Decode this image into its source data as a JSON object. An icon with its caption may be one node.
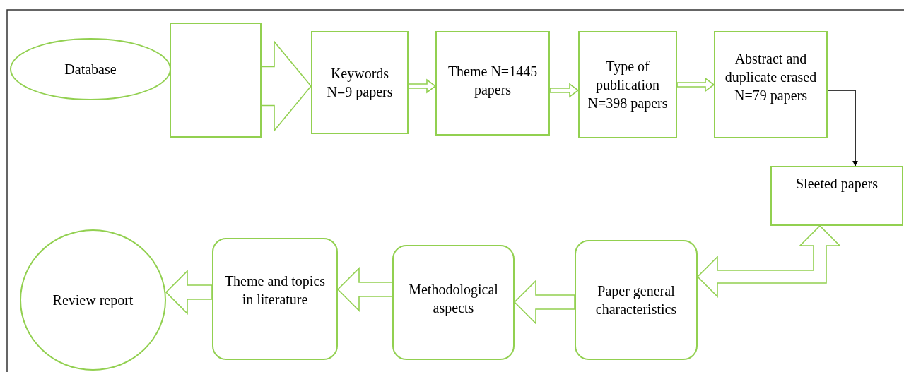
{
  "diagram": {
    "nodes": [
      {
        "text": [
          "Database"
        ]
      },
      {
        "text": [],
        "shape": "box"
      },
      {
        "text": [
          "Keywords N=9 papers"
        ]
      },
      {
        "text": [
          "Theme N=1445 papers"
        ]
      },
      {
        "text": [
          "Type of publication N=398 papers"
        ]
      },
      {
        "text": [
          "Abstract and duplicate erased N=79 papers"
        ]
      },
      {
        "text": [
          "Sleeted papers"
        ]
      },
      {
        "text": [
          "Paper general characteristics"
        ]
      },
      {
        "text": [
          "Methodological aspects"
        ]
      },
      {
        "text": [
          "Theme and topics in literature"
        ]
      },
      {
        "text": [
          "Review report"
        ]
      }
    ],
    "edges": [
      {
        "from": 1,
        "to": 2,
        "arrow": "to"
      },
      {
        "from": 2,
        "to": 3,
        "arrow": "to"
      },
      {
        "from": 3,
        "to": 4,
        "arrow": "to"
      },
      {
        "from": 4,
        "to": 5,
        "arrow": "to"
      },
      {
        "from": 5,
        "to": 6,
        "arrow": "to",
        "color": "#000000"
      },
      {
        "from": 6,
        "to": 7,
        "arrow": "both"
      },
      {
        "from": 7,
        "to": 8,
        "arrow": "to"
      },
      {
        "from": 8,
        "to": 9,
        "arrow": "to"
      },
      {
        "from": 9,
        "to": 10,
        "arrow": "to"
      }
    ]
  }
}
